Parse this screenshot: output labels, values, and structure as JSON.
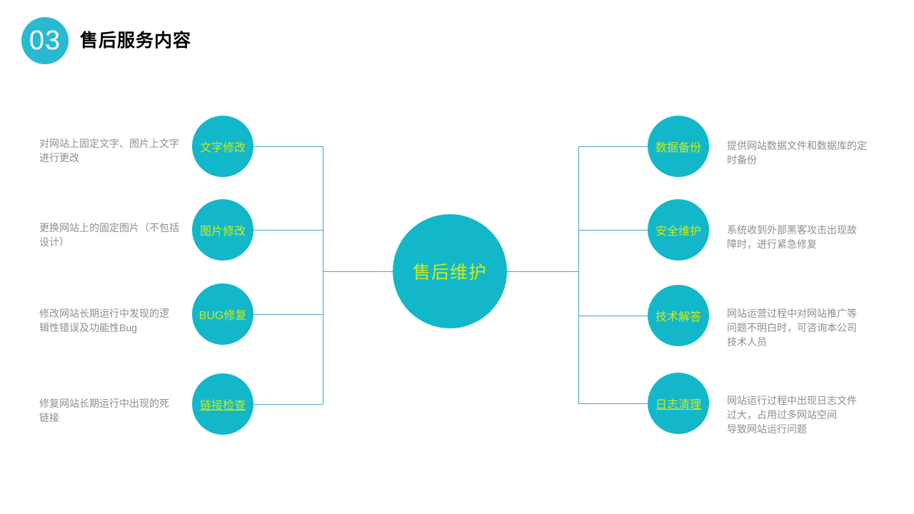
{
  "slide": {
    "section_number": "03",
    "title": "售后服务内容"
  },
  "diagram": {
    "center": {
      "label": "售后维护"
    },
    "left": [
      {
        "label": "文字修改",
        "description": "对网站上固定文字、图片上文字\n进行更改"
      },
      {
        "label": "图片修改",
        "description": "更换网站上的固定图片（不包括\n设计）"
      },
      {
        "label": "BUG修复",
        "description": "修改网站长期运行中发现的逻\n辑性错误及功能性Bug"
      },
      {
        "label": "链接检查",
        "description": "修复网站长期运行中出现的死\n链接"
      }
    ],
    "right": [
      {
        "label": "数据备份",
        "description": "提供网站数据文件和数据库的定\n时备份"
      },
      {
        "label": "安全维护",
        "description": "系统收到外部黑客攻击出现故\n障时，进行紧急修复"
      },
      {
        "label": "技术解答",
        "description": "网站运营过程中对网站推广等\n问题不明白时，可咨询本公司\n技术人员"
      },
      {
        "label": "日志清理",
        "description": "网站运行过程中出现日志文件\n过大，占用过多网站空间\n导致网站运行问题"
      }
    ]
  },
  "colors": {
    "node_fill": "#13B7CA",
    "node_label": "#C9EC1C",
    "connector": "#45A5C5",
    "badge_fill": "#29B9D3",
    "badge_text": "#FFFFFF",
    "title_text": "#000000",
    "description_text": "#8E8E8E"
  }
}
